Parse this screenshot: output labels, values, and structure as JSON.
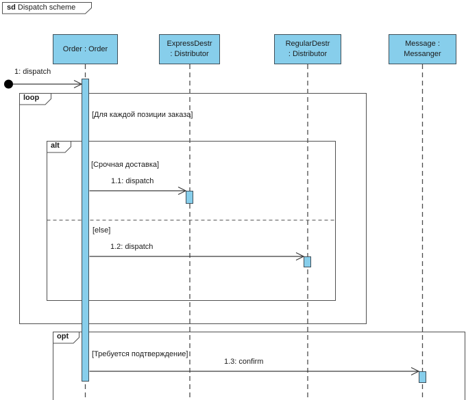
{
  "diagram": {
    "keyword": "sd",
    "title": "Dispatch scheme"
  },
  "lifelines": {
    "order": {
      "line1": "Order : Order"
    },
    "express": {
      "line1": "ExpressDestr",
      "line2": ": Distributor"
    },
    "regular": {
      "line1": "RegularDestr",
      "line2": ": Distributor"
    },
    "messanger": {
      "line1": "Message :",
      "line2": "Messanger"
    }
  },
  "messages": {
    "m1": {
      "label": "1: dispatch"
    },
    "m11": {
      "label": "1.1: dispatch"
    },
    "m12": {
      "label": "1.2: dispatch"
    },
    "m13": {
      "label": "1.3: confirm"
    }
  },
  "fragments": {
    "loop": {
      "keyword": "loop",
      "guard": "[Для каждой позиции заказа]"
    },
    "alt": {
      "keyword": "alt",
      "guard_then": "[Срочная доставка]",
      "guard_else": "[else]"
    },
    "opt": {
      "keyword": "opt",
      "guard": "[Требуется подтверждение]"
    }
  },
  "colors": {
    "element_fill": "#87CEEB",
    "element_border": "#3E4E58",
    "frame_border": "#4F4F4F",
    "lifeline": "#4A4A4A",
    "message_line": "#3A3A3A",
    "text": "#1A1A1A",
    "initial_node": "#000000"
  }
}
